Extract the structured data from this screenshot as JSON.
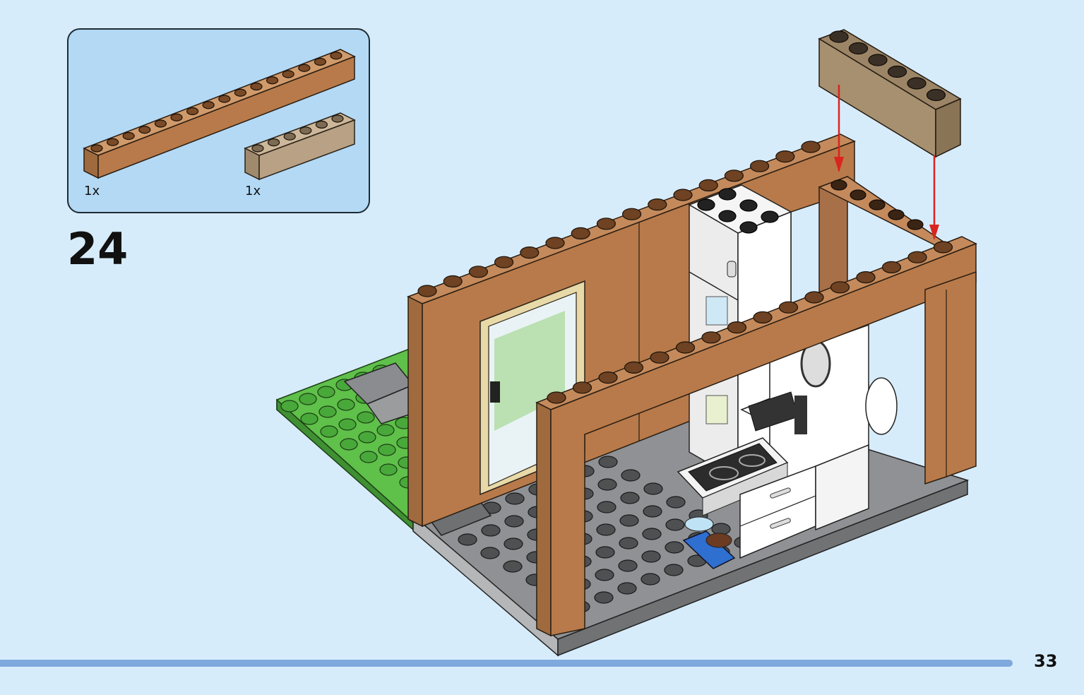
{
  "step": {
    "number": "24"
  },
  "parts": [
    {
      "name": "medium-nougat-brick-1x16",
      "quantity": "1x",
      "color": "#b87a4a"
    },
    {
      "name": "dark-tan-brick-1x6",
      "quantity": "1x",
      "color": "#b8a184"
    }
  ],
  "page": {
    "number": "33"
  },
  "colors": {
    "background": "#d7ecfb",
    "callout": "#b3d9f5",
    "nougat": "#b87a4a",
    "dark_tan": "#b8a184",
    "base_gray": "#8f9194",
    "green_plate": "#5fc04a",
    "arrow": "#d9251d",
    "progress": "#7fa8dc"
  },
  "icons": [
    "down-arrow-icon",
    "down-arrow-icon"
  ]
}
